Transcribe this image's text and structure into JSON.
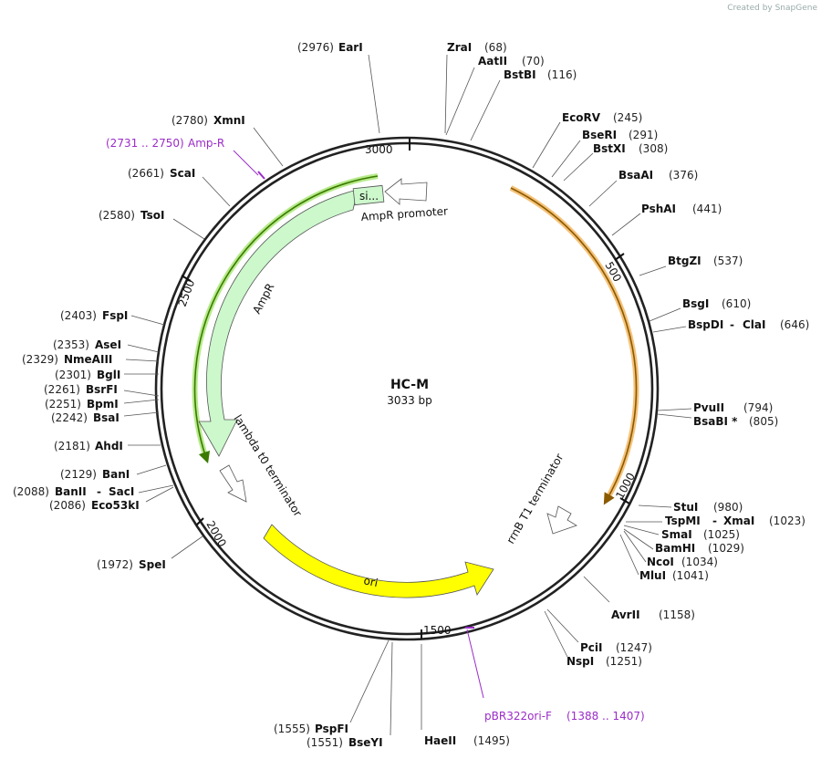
{
  "plasmid": {
    "name": "HC-M",
    "size_label": "3033 bp"
  },
  "credit": "Created by SnapGene",
  "ticks": [
    "500",
    "1000",
    "1500",
    "2000",
    "2500",
    "3000"
  ],
  "enzymes": [
    {
      "name": "EarI",
      "pos": "(2976)"
    },
    {
      "name": "ZraI",
      "pos": "(68)"
    },
    {
      "name": "AatII",
      "pos": "(70)"
    },
    {
      "name": "BstBI",
      "pos": "(116)"
    },
    {
      "name": "EcoRV",
      "pos": "(245)"
    },
    {
      "name": "BseRI",
      "pos": "(291)"
    },
    {
      "name": "BstXI",
      "pos": "(308)"
    },
    {
      "name": "BsaAI",
      "pos": "(376)"
    },
    {
      "name": "PshAI",
      "pos": "(441)"
    },
    {
      "name": "BtgZI",
      "pos": "(537)"
    },
    {
      "name": "BsgI",
      "pos": "(610)"
    },
    {
      "name": "BspDI",
      "name2": "ClaI",
      "pos": "(646)"
    },
    {
      "name": "PvuII",
      "pos": "(794)"
    },
    {
      "name": "BsaBI *",
      "pos": "(805)"
    },
    {
      "name": "StuI",
      "pos": "(980)"
    },
    {
      "name": "TspMI",
      "name2": "XmaI",
      "pos": "(1023)"
    },
    {
      "name": "SmaI",
      "pos": "(1025)"
    },
    {
      "name": "BamHI",
      "pos": "(1029)"
    },
    {
      "name": "NcoI",
      "pos": "(1034)"
    },
    {
      "name": "MluI",
      "pos": "(1041)"
    },
    {
      "name": "AvrII",
      "pos": "(1158)"
    },
    {
      "name": "PciI",
      "pos": "(1247)"
    },
    {
      "name": "NspI",
      "pos": "(1251)"
    },
    {
      "name": "HaeII",
      "pos": "(1495)"
    },
    {
      "name": "BseYI",
      "pos": "(1551)"
    },
    {
      "name": "PspFI",
      "pos": "(1555)"
    },
    {
      "name": "SpeI",
      "pos": "(1972)"
    },
    {
      "name": "Eco53kI",
      "pos": "(2086)"
    },
    {
      "name": "BanII",
      "name2": "SacI",
      "pos": "(2088)"
    },
    {
      "name": "BanI",
      "pos": "(2129)"
    },
    {
      "name": "AhdI",
      "pos": "(2181)"
    },
    {
      "name": "BsaI",
      "pos": "(2242)"
    },
    {
      "name": "BpmI",
      "pos": "(2251)"
    },
    {
      "name": "BsrFI",
      "pos": "(2261)"
    },
    {
      "name": "BglI",
      "pos": "(2301)"
    },
    {
      "name": "NmeAIII",
      "pos": "(2329)"
    },
    {
      "name": "AseI",
      "pos": "(2353)"
    },
    {
      "name": "FspI",
      "pos": "(2403)"
    },
    {
      "name": "TsoI",
      "pos": "(2580)"
    },
    {
      "name": "ScaI",
      "pos": "(2661)"
    },
    {
      "name": "XmnI",
      "pos": "(2780)"
    }
  ],
  "primers": [
    {
      "name": "Amp-R",
      "range": "(2731 .. 2750)"
    },
    {
      "name": "pBR322ori-F",
      "range": "(1388 .. 1407)"
    }
  ],
  "features": {
    "sig": "si...",
    "ampr_promoter": "AmpR promoter",
    "ampr": "AmpR",
    "lambda": "lambda t0 terminator",
    "ori": "ori",
    "rrnb": "rrnB T1 terminator"
  },
  "colors": {
    "ampr_fill": "#ccf8cc",
    "ori_fill": "#ffff00",
    "orange": "#f0a830",
    "green_dark": "#3a7a00",
    "primer": "#9b2cc8"
  }
}
